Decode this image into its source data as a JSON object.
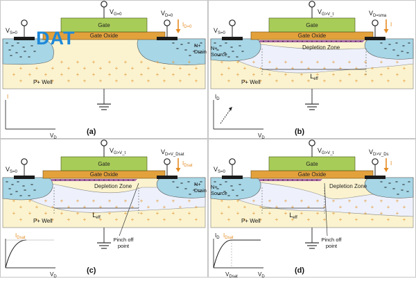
{
  "logo": "DAT",
  "colors": {
    "gate": "#a8cc58",
    "oxide": "#e3a13c",
    "metal": "#1a1a1a",
    "ntype": "#a7d6e6",
    "pwell": "#fbf3cf",
    "depletion": "#eef1fb",
    "channel_edge": "#8d3a9a",
    "current": "#e58b22",
    "plus": "#e39a3a"
  },
  "panels": [
    {
      "caption": "(a)",
      "gate": "Gate",
      "oxide": "Gate Oxide",
      "vs": "V_S=0",
      "vg": "V_G=0",
      "vd": "V_D=0",
      "id_label": "I_D=0",
      "source": "",
      "drain": "N+|Drain",
      "well": "P+ Well",
      "depletion": "",
      "leff": "",
      "pinch": "",
      "graph": {
        "y_label": "I",
        "x_label": "V_D",
        "y_sat": "",
        "x_sat": ""
      }
    },
    {
      "caption": "(b)",
      "gate": "Gate",
      "oxide": "Gate Oxide",
      "vs": "V_S=0",
      "vg": "V_G>V_t",
      "vd": "V_D=sma",
      "id_label": "I",
      "source": "N+|Source",
      "drain": "",
      "well": "P+ Well",
      "depletion": "Depletion Zone",
      "leff": "L_eff",
      "pinch": "",
      "graph": {
        "y_label": "I_D",
        "x_label": "V_D",
        "y_sat": "",
        "x_sat": ""
      }
    },
    {
      "caption": "(c)",
      "gate": "Gate",
      "oxide": "Gate Oxide",
      "vs": "V_S=0",
      "vg": "V_G>V_t",
      "vd": "V_D=V_Dsat",
      "id_label": "I_Dsat",
      "source": "",
      "drain": "N+|Drain",
      "well": "P+ Well",
      "depletion": "Depletion Zone",
      "leff": "L_eff",
      "pinch": "Pinch off|point",
      "graph": {
        "y_label": "",
        "x_label": "V_D",
        "y_sat": "I_Dsat",
        "x_sat": ""
      }
    },
    {
      "caption": "(d)",
      "gate": "Gate",
      "oxide": "Gate Oxide",
      "vs": "V_S=0",
      "vg": "V_G>V_t",
      "vd": "V_D>V_Ds",
      "id_label": "I",
      "source": "N+|Source",
      "drain": "",
      "well": "P+ Well",
      "depletion": "Depletion Zone",
      "leff": "L_eff",
      "pinch": "Pinch off|point",
      "graph": {
        "y_label": "I_D",
        "x_label": "V_D",
        "y_sat": "I_Dsat",
        "x_sat": "V_Dsat"
      }
    }
  ]
}
